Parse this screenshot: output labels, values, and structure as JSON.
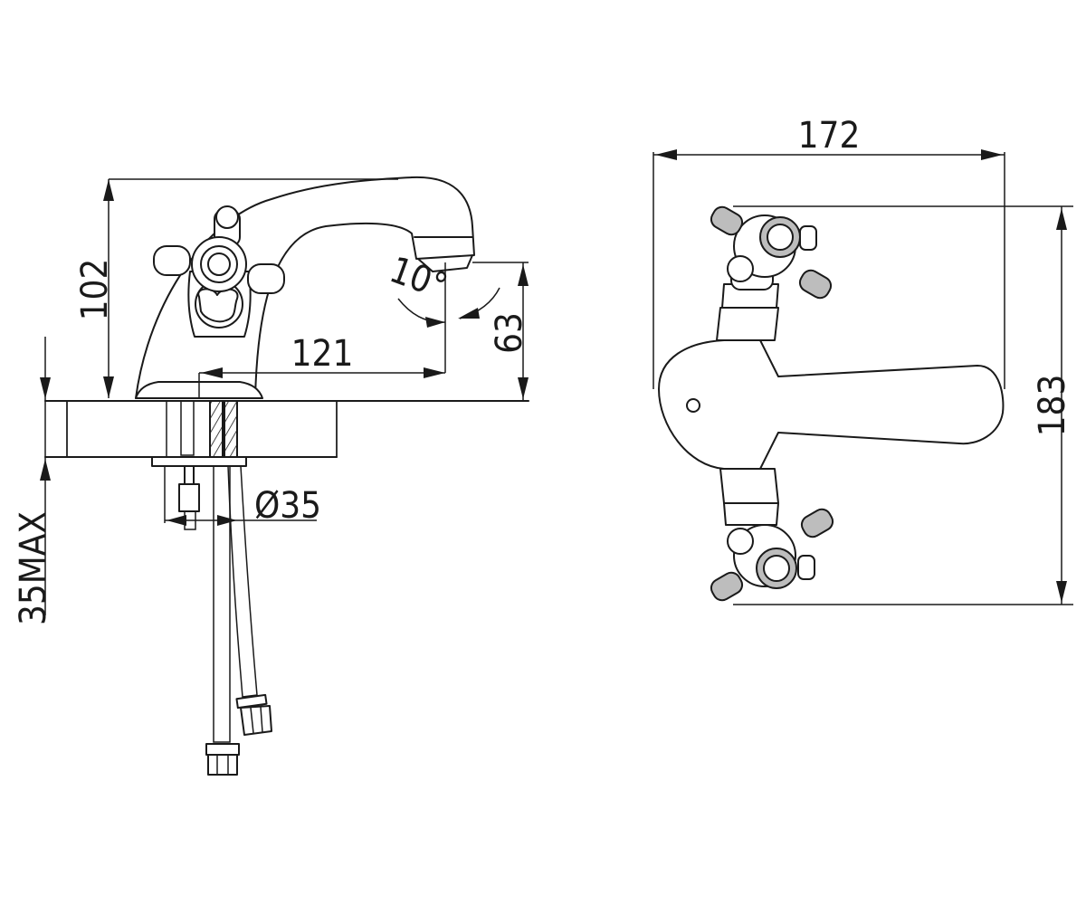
{
  "dimensions": {
    "side_height": "102",
    "spout_reach": "121",
    "spout_clearance": "63",
    "spout_angle": "10°",
    "hole_diameter": "Ø35",
    "deck_thickness": "35MAX",
    "top_width": "172",
    "top_depth": "183"
  }
}
